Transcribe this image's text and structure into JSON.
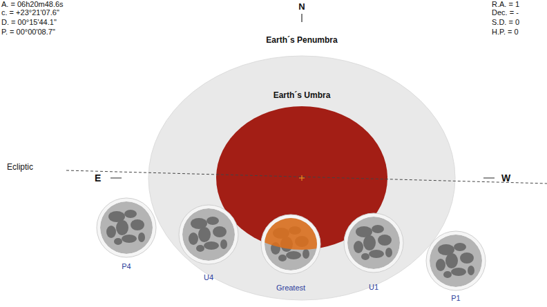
{
  "diagram": {
    "nodes": [
      {
        "text": [
          "Earth´s Penumbra"
        ]
      },
      {
        "text": [
          "Earth´s Umbra"
        ],
        "in": 0
      },
      {
        "text": [
          "P4"
        ]
      },
      {
        "text": [
          "U4"
        ]
      },
      {
        "text": [
          "Greatest"
        ]
      },
      {
        "text": [
          "U1"
        ]
      },
      {
        "text": [
          "P1"
        ]
      }
    ],
    "labels": [
      "A. = 06h20m48.6s",
      "c. = +23°21'07.6\"",
      "D. = 00°15'44.1\"",
      "P. = 00°00'08.7\"",
      "R.A. = 1",
      "Dec. = -",
      "S.D. = 0",
      "H.P. = 0",
      "N",
      "Ecliptic",
      "E",
      "W"
    ]
  }
}
